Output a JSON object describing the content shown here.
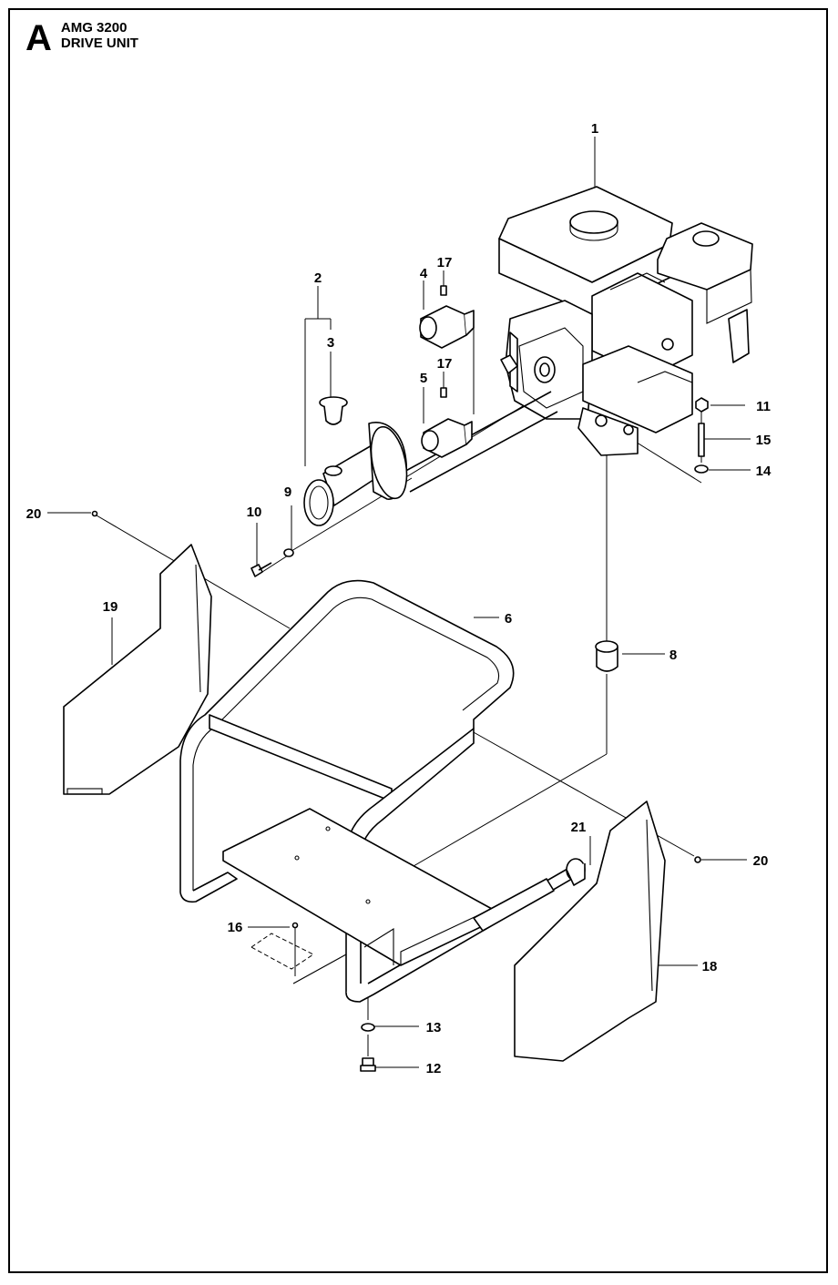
{
  "header": {
    "section_letter": "A",
    "model": "AMG 3200",
    "title": "DRIVE UNIT"
  },
  "callouts": [
    "1",
    "2",
    "3",
    "4",
    "5",
    "6",
    "8",
    "9",
    "10",
    "11",
    "12",
    "13",
    "14",
    "15",
    "16",
    "17",
    "17",
    "18",
    "19",
    "20",
    "20",
    "21"
  ]
}
